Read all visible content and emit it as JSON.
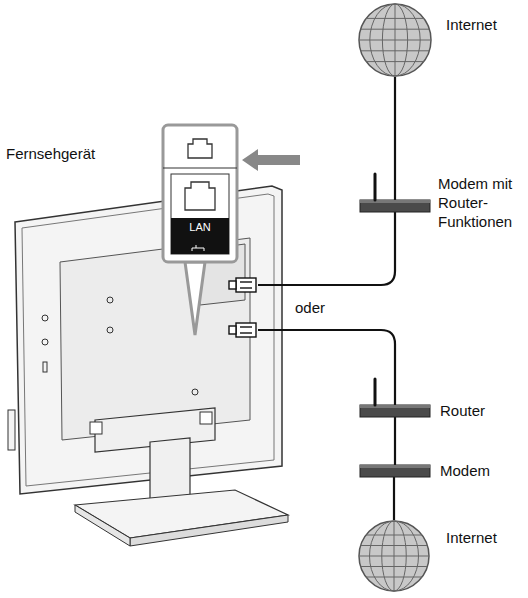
{
  "diagram": {
    "nodes": [
      {
        "text": [
          "Internet"
        ]
      },
      {
        "text": [
          "Modem mit Router-Funktionen"
        ]
      },
      {
        "text": [
          "Fernsehgerät"
        ]
      },
      {
        "text": [
          "Router"
        ]
      },
      {
        "text": [
          "Modem"
        ]
      },
      {
        "text": [
          "Internet"
        ]
      }
    ],
    "edges": [
      {
        "from": 0,
        "to": 1,
        "arrow": "none"
      },
      {
        "from": 1,
        "to": 2,
        "arrow": "none"
      },
      {
        "from": 3,
        "to": 2,
        "arrow": "none"
      },
      {
        "from": 4,
        "to": 3,
        "arrow": "none"
      },
      {
        "from": 5,
        "to": 4,
        "arrow": "none"
      }
    ],
    "labels": [
      "oder",
      "LAN"
    ]
  }
}
